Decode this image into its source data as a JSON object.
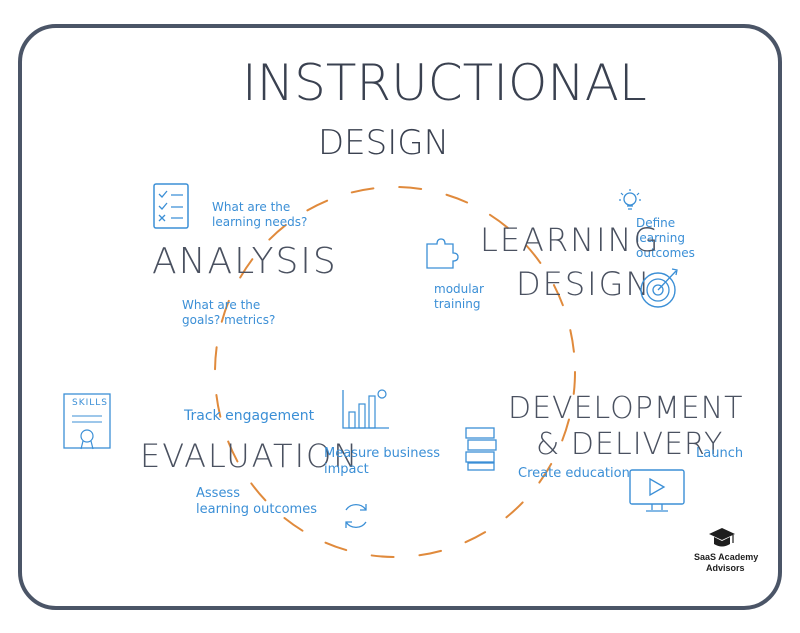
{
  "title": {
    "line1": "INSTRUCTIONAL",
    "line2": "DESIGN"
  },
  "phases": {
    "analysis": {
      "label": "ANALYSIS",
      "note_top": "What are the\nlearning needs?",
      "note_bottom": "What are the\ngoals? metrics?"
    },
    "learning_design": {
      "label_line1": "LEARNING",
      "label_line2": "DESIGN",
      "note_left": "modular\ntraining",
      "note_right": "Define\nlearning\noutcomes"
    },
    "development": {
      "label_line1": "DEVELOPMENT",
      "label_line2": "& DELIVERY",
      "note_launch": "Launch",
      "note_create": "Create education"
    },
    "evaluation": {
      "label": "EVALUATION",
      "note_track": "Track engagement",
      "note_measure": "Measure business\nimpact",
      "note_assess": "Assess\nlearning outcomes"
    }
  },
  "certificate_text": "SKILLS",
  "brand": {
    "line1": "SaaS Academy",
    "line2": "Advisors"
  },
  "colors": {
    "frame": "#4b5567",
    "text": "#4a5160",
    "accent_blue": "#3b8fd6",
    "cycle_orange": "#e08a3c"
  },
  "icons": [
    "checklist-icon",
    "lightbulb-icon",
    "puzzle-icon",
    "target-icon",
    "bar-chart-icon",
    "certificate-icon",
    "book-stack-icon",
    "monitor-play-icon",
    "cycle-arrows-icon",
    "graduation-cap-logo"
  ]
}
